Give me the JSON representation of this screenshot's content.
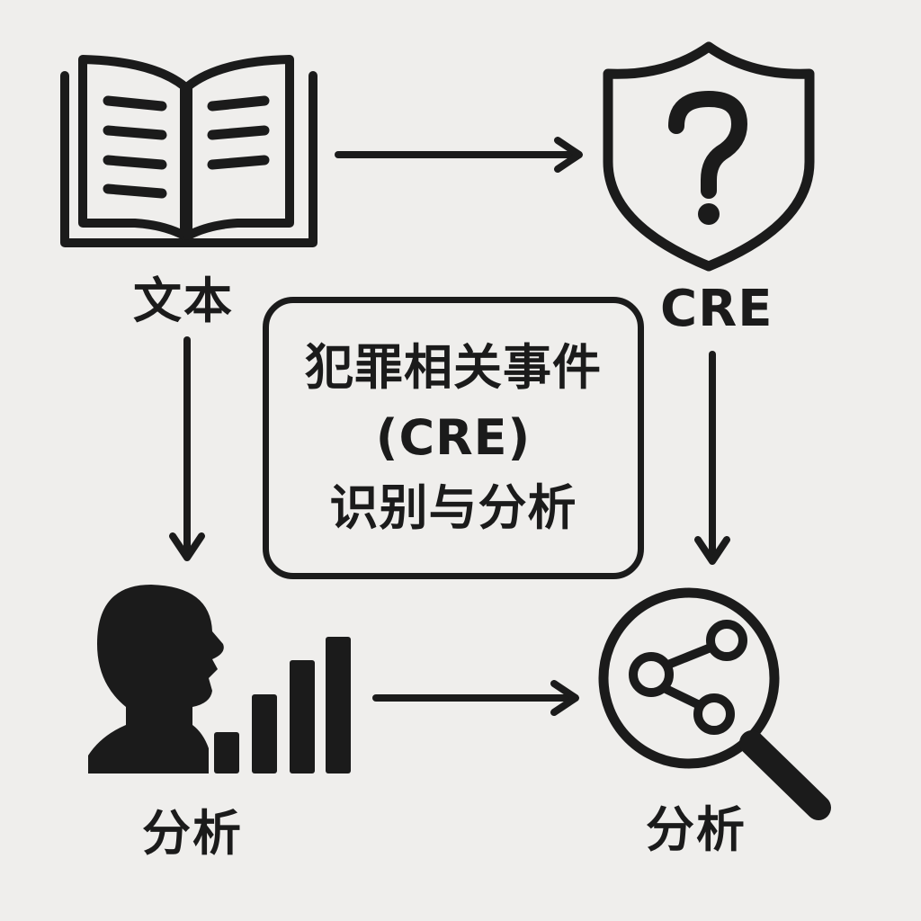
{
  "labels": {
    "text_node": "文本",
    "cre_node": "CRE",
    "analysis_left": "分析",
    "analysis_right": "分析"
  },
  "center_box": {
    "line1": "犯罪相关事件",
    "line2": "(CRE)",
    "line3": "识别与分析"
  },
  "icons": {
    "top_left": "open-book-icon",
    "top_right": "shield-question-icon",
    "bottom_left": "person-head-bar-chart-icon",
    "bottom_right": "magnifier-network-icon"
  },
  "colors": {
    "background": "#efeeec",
    "ink": "#1b1b1b"
  }
}
